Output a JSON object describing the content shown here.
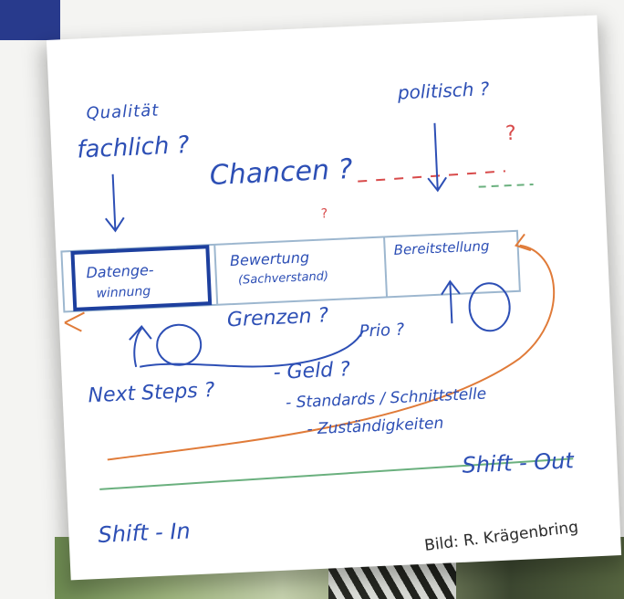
{
  "colors": {
    "ink_blue": "#2d4fb5",
    "ink_orange": "#e07b39",
    "ink_green": "#6ab07e",
    "ink_red": "#d84b4b",
    "ink_dark": "#1d3f9e",
    "box_border": "#9db7cf",
    "corner_block": "#283a8c",
    "paper": "#ffffff"
  },
  "whiteboard": {
    "top_left_heading": "Qualität",
    "top_left_sub": "fachlich ?",
    "top_right_heading": "politisch ?",
    "chances": "Chancen ?",
    "red_question_1": "?",
    "red_question_2": "?",
    "boxes": [
      {
        "line1": "Datenge-",
        "line2": "winnung"
      },
      {
        "line1": "Bewertung",
        "line2": "(Sachverstand)"
      },
      {
        "line1": "Bereitstellung",
        "line2": ""
      }
    ],
    "limits": "Grenzen ?",
    "prio": "Prio ?",
    "next_steps": "Next Steps ?",
    "list_items": [
      "- Geld ?",
      "- Standards / Schnittstelle",
      "- Zuständigkeiten"
    ],
    "shift_out": "Shift - Out",
    "shift_in": "Shift - In"
  },
  "caption": "Bild: R. Krägenbring"
}
